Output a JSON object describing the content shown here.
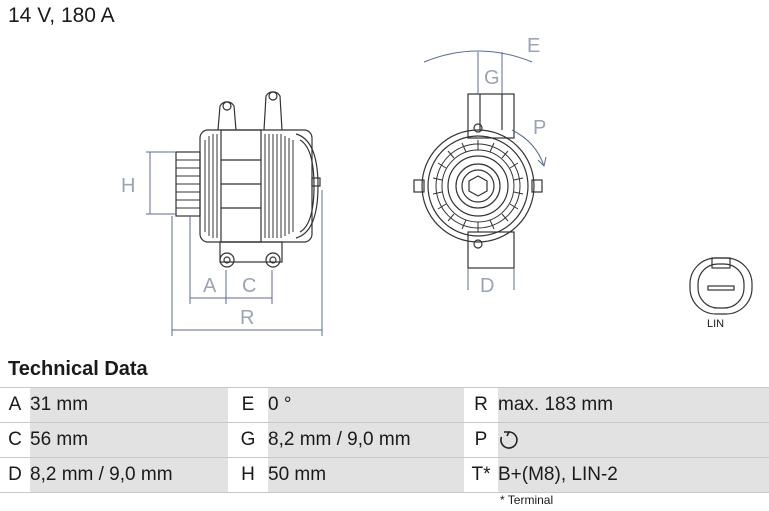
{
  "title": "14 V, 180 A",
  "diagram": {
    "dimension_letters": [
      "H",
      "A",
      "C",
      "R",
      "E",
      "G",
      "P",
      "D"
    ],
    "connector_label": "LIN"
  },
  "technical_data": {
    "heading": "Technical Data",
    "rows": [
      [
        {
          "key": "A",
          "value": "31 mm"
        },
        {
          "key": "E",
          "value": "0 °"
        },
        {
          "key": "R",
          "value": "max. 183 mm"
        }
      ],
      [
        {
          "key": "C",
          "value": "56 mm"
        },
        {
          "key": "G",
          "value": "8,2 mm / 9,0 mm"
        },
        {
          "key": "P",
          "value": "",
          "icon": "clockwise-rotation-icon"
        }
      ],
      [
        {
          "key": "D",
          "value": "8,2 mm / 9,0 mm"
        },
        {
          "key": "H",
          "value": "50 mm"
        },
        {
          "key": "T*",
          "value": "B+(M8), LIN-2"
        }
      ]
    ],
    "footnote": "* Terminal"
  }
}
